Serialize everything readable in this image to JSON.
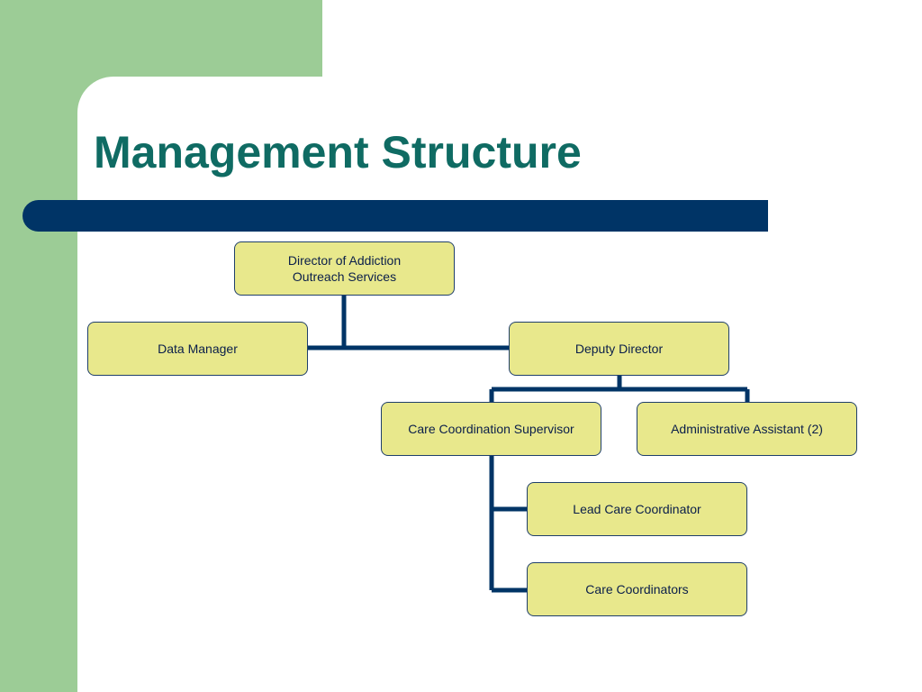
{
  "slide": {
    "title": "Management Structure"
  },
  "org_chart": {
    "nodes": {
      "director": "Director of Addiction\nOutreach Services",
      "data_manager": "Data Manager",
      "deputy_director": "Deputy Director",
      "care_coordination_supervisor": "Care Coordination Supervisor",
      "administrative_assistant": "Administrative Assistant (2)",
      "lead_care_coordinator": "Lead Care Coordinator",
      "care_coordinators": "Care Coordinators"
    }
  },
  "colors": {
    "accent_green": "#9ccc96",
    "title_teal": "#0f6b63",
    "bar_navy": "#003466",
    "box_fill": "#e8e88c",
    "box_text": "#0a1e4a"
  }
}
